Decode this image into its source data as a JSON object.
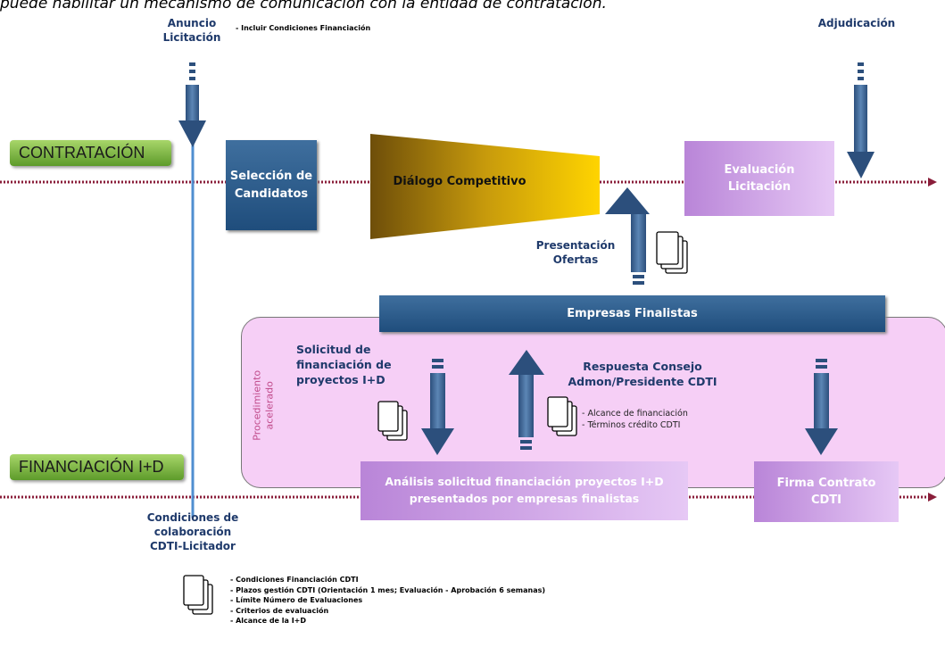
{
  "header_caption": "puede habilitar un mecanismo de comunicación con la entidad de contratación.",
  "lanes": {
    "contratacion": "CONTRATACIÓN",
    "financiacion": "FINANCIACIÓN I+D"
  },
  "milestones": {
    "anuncio": "Anuncio\nLicitación",
    "anuncio_note": "- Incluir Condiciones Financiación",
    "adjudicacion": "Adjudicación"
  },
  "boxes": {
    "seleccion": "Selección de\nCandidatos",
    "dialogo": "Diálogo Competitivo",
    "evaluacion": "Evaluación\nLicitación",
    "empresas": "Empresas Finalistas",
    "analisis": "Análisis solicitud financiación proyectos I+D\npresentados por empresas finalistas",
    "firma": "Firma Contrato\nCDTI"
  },
  "labels": {
    "presentacion": "Presentación\nOfertas",
    "solicitud": "Solicitud de\nfinanciación de\nproyectos I+D",
    "respuesta": "Respuesta Consejo\nAdmon/Presidente CDTI",
    "procedimiento": "Procedimiento\nacelerado",
    "condiciones": "Condiciones de\ncolaboración\nCDTI-Licitador"
  },
  "respuesta_notes": [
    "- Alcance de financiación",
    "- Términos crédito CDTI"
  ],
  "condiciones_notes": [
    "- Condiciones Financiación CDTI",
    "- Plazos gestión CDTI  (Orientación 1 mes; Evaluación - Aprobación 6 semanas)",
    "- Límite Número de Evaluaciones",
    "- Criterios de evaluación",
    "- Alcance de la I+D"
  ],
  "colors": {
    "blue": "#1f4d7c",
    "purple": "#b985d8",
    "green": "#7fbf3f",
    "dotline": "#8a1e3a",
    "pink": "#f6cff6"
  }
}
